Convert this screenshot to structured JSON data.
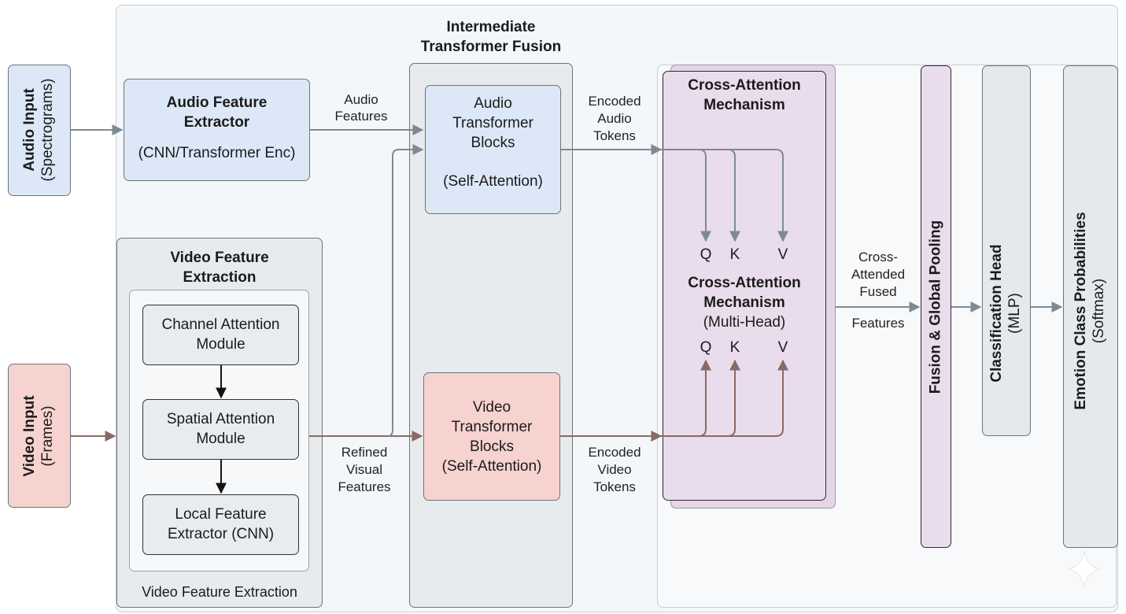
{
  "inputs": {
    "audio": {
      "title": "Audio Input",
      "subtitle": "(Spectrograms)"
    },
    "video": {
      "title": "Video Input",
      "subtitle": "(Frames)"
    }
  },
  "audio_extractor": {
    "title_line1": "Audio Feature",
    "title_line2": "Extractor",
    "detail": "(CNN/Transformer Enc)"
  },
  "video_extraction": {
    "title_line1": "Video Feature",
    "title_line2": "Extraction",
    "footer": "Video Feature Extraction",
    "modules": [
      {
        "line1": "Channel Attention",
        "line2": "Module"
      },
      {
        "line1": "Spatial Attention",
        "line2": "Module"
      },
      {
        "line1": "Local Feature",
        "line2": "Extractor (CNN)"
      }
    ]
  },
  "fusion": {
    "title_line1": "Intermediate",
    "title_line2": "Transformer Fusion"
  },
  "audio_transformer": {
    "line1": "Audio",
    "line2": "Transformer",
    "line3": "Blocks",
    "line4": "(Self-Attention)"
  },
  "video_transformer": {
    "line1": "Video",
    "line2": "Transformer",
    "line3": "Blocks",
    "line4": "(Self-Attention)"
  },
  "edge_labels": {
    "audio_features": [
      "Audio",
      "Features"
    ],
    "refined_visual": [
      "Refined",
      "Visual",
      "Features"
    ],
    "encoded_audio": [
      "Encoded",
      "Audio",
      "Tokens"
    ],
    "encoded_video": [
      "Encoded",
      "Video",
      "Tokens"
    ],
    "cross_fused": [
      "Cross-",
      "Attended",
      "Fused",
      "Features"
    ]
  },
  "cross_attention": {
    "header_line1": "Cross-Attention",
    "header_line2": "Mechanism",
    "center_line1": "Cross-Attention",
    "center_line2": "Mechanism",
    "center_line3": "(Multi-Head)",
    "qkv": [
      "Q",
      "K",
      "V"
    ]
  },
  "fusion_pooling": {
    "label": "Fusion & Global Pooling"
  },
  "classification": {
    "title": "Classification Head",
    "subtitle": "(MLP)"
  },
  "emotion": {
    "title": "Emotion Class Probabilities",
    "subtitle": "(Softmax)"
  },
  "colors": {
    "audio_blue": "#dce8f7",
    "video_red": "#f6d3cf",
    "attention_purple": "#e9dcec",
    "panel_grey": "#eef0f1",
    "canvas": "#f4f7fa",
    "audio_arrow": "#7d8a95",
    "video_arrow": "#8a6a66"
  }
}
